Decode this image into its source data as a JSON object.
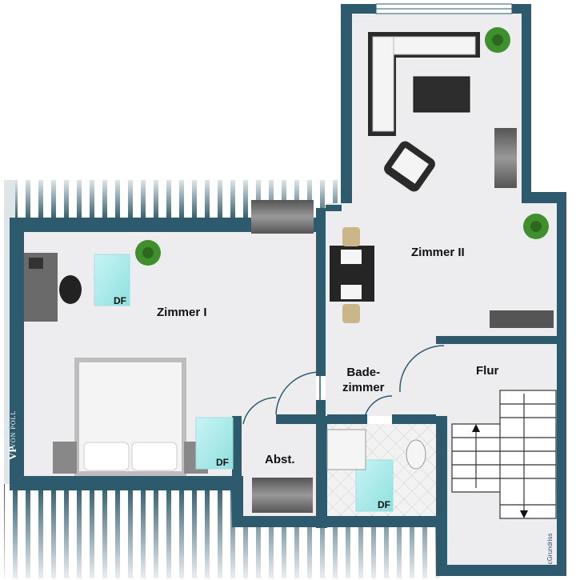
{
  "rooms": {
    "zimmer1": "Zimmer I",
    "zimmer2": "Zimmer II",
    "bad": "Bade-\nzimmer",
    "bad_line1": "Bade-",
    "bad_line2": "zimmer",
    "abst": "Abst.",
    "flur": "Flur"
  },
  "skylights": {
    "df1": "DF",
    "df2": "DF",
    "df3": "DF"
  },
  "branding": {
    "logo_monogram": "VP",
    "logo_text": "VON POLL",
    "credit": "McGrundriss"
  },
  "colors": {
    "wall": "#2d5a6c",
    "floor": "#ededf0",
    "hatch": "#4a7a8c",
    "bath_tile": "#e6e6e6"
  }
}
